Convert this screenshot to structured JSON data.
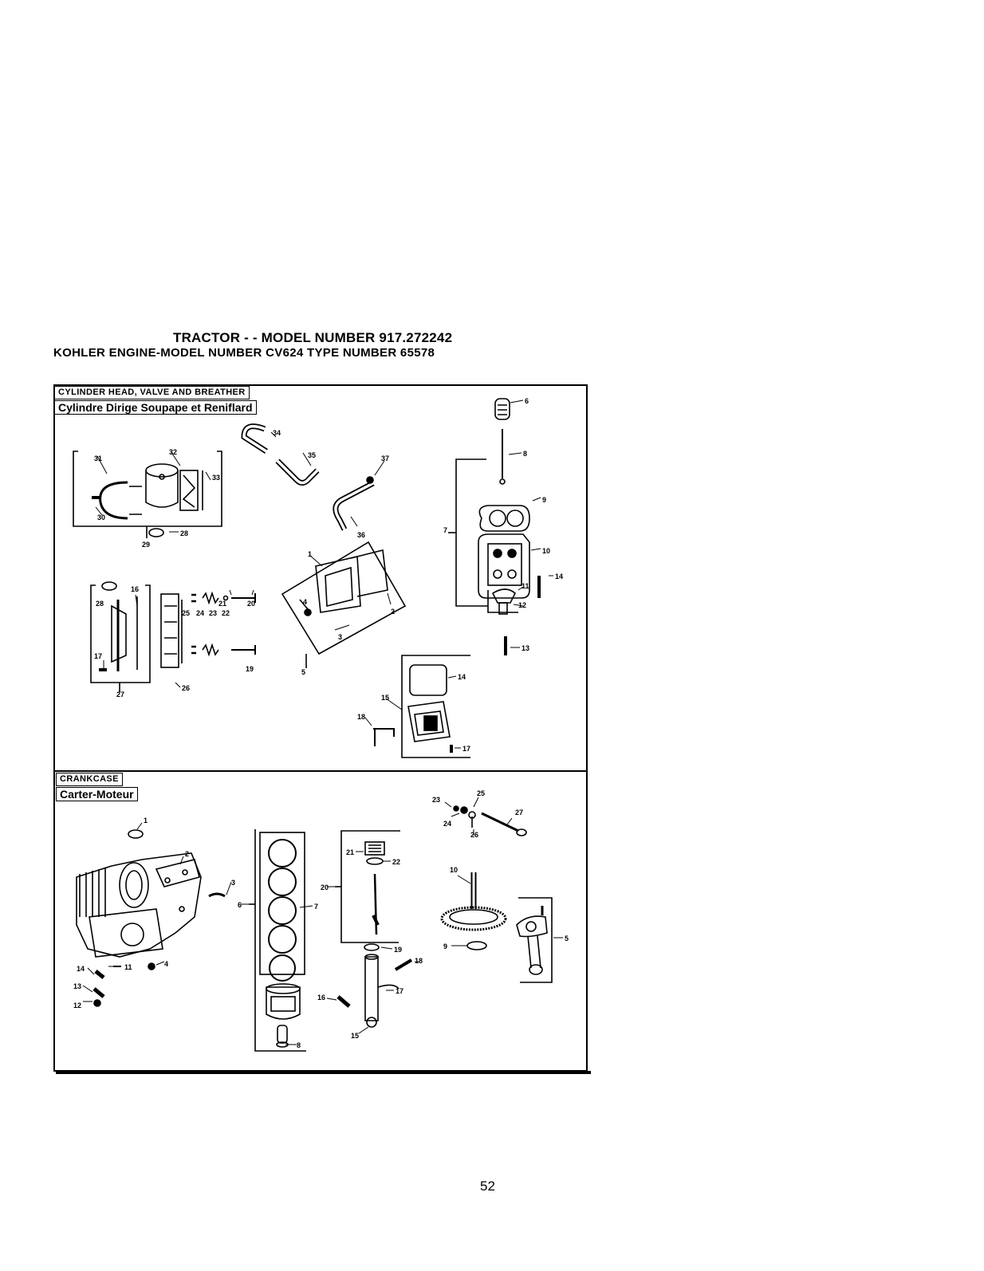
{
  "header": {
    "title": "TRACTOR - - MODEL NUMBER 917.272242",
    "subtitle": "KOHLER ENGINE-MODEL NUMBER CV624 TYPE NUMBER 65578"
  },
  "sections": [
    {
      "label_en": "CYLINDER HEAD, VALVE AND BREATHER",
      "label_fr": "Cylindre Dirige Soupape et Reniflard",
      "callouts": [
        "1",
        "2",
        "3",
        "4",
        "5",
        "6",
        "7",
        "8",
        "9",
        "10",
        "11",
        "12",
        "13",
        "14",
        "15",
        "16",
        "17",
        "18",
        "19",
        "20",
        "21",
        "22",
        "23",
        "24",
        "25",
        "26",
        "27",
        "28",
        "29",
        "30",
        "31",
        "32",
        "33",
        "34",
        "35",
        "36",
        "37"
      ]
    },
    {
      "label_en": "CRANKCASE",
      "label_fr": "Carter-Moteur",
      "callouts": [
        "1",
        "2",
        "3",
        "4",
        "5",
        "6",
        "7",
        "8",
        "9",
        "10",
        "11",
        "12",
        "13",
        "14",
        "15",
        "16",
        "17",
        "18",
        "19",
        "20",
        "21",
        "22",
        "23",
        "24",
        "25",
        "26",
        "27"
      ]
    }
  ],
  "page_number": "52"
}
